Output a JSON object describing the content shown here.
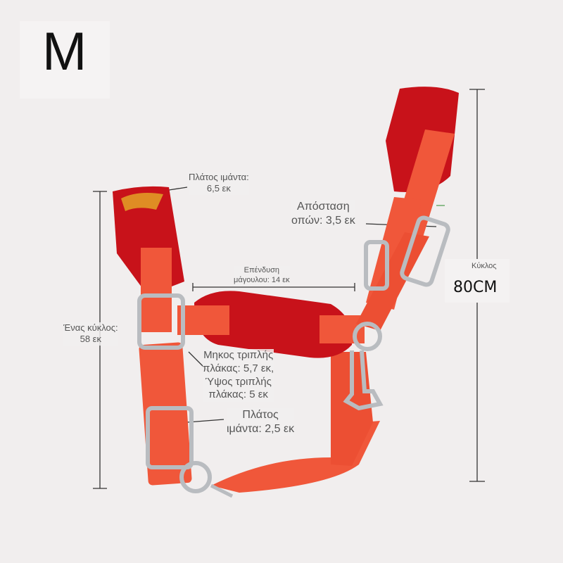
{
  "size_letter": "M",
  "annotations": {
    "crown_width": {
      "line1": "Πλάτος ιμάντα:",
      "line2": "6,5 εκ"
    },
    "hole_distance": {
      "line1": "Απόσταση",
      "line2": "οπών: 3,5 εκ"
    },
    "cheek_padding": {
      "line1": "Επένδυση",
      "line2": "μάγουλου: 14 εκ"
    },
    "one_circle": {
      "line1": "Ένας κύκλος:",
      "line2": "58 εκ"
    },
    "triple_plate": {
      "line1": "Μηκος τριπλής",
      "line2": "πλάκας: 5,7 εκ,",
      "line3": "Ύψος τριπλής",
      "line4": "πλάκας: 5 εκ"
    },
    "strap_width": {
      "line1": "Πλάτος",
      "line2": "ιμάντα: 2,5 εκ"
    },
    "circle": {
      "label": "Κύκλος",
      "value": "80CM"
    }
  },
  "colors": {
    "background": "#f1eeee",
    "strap_orange": "#f0573a",
    "padding_red": "#c8121a",
    "metal": "#b9bcc0",
    "embroidery": "#e8c22a"
  }
}
